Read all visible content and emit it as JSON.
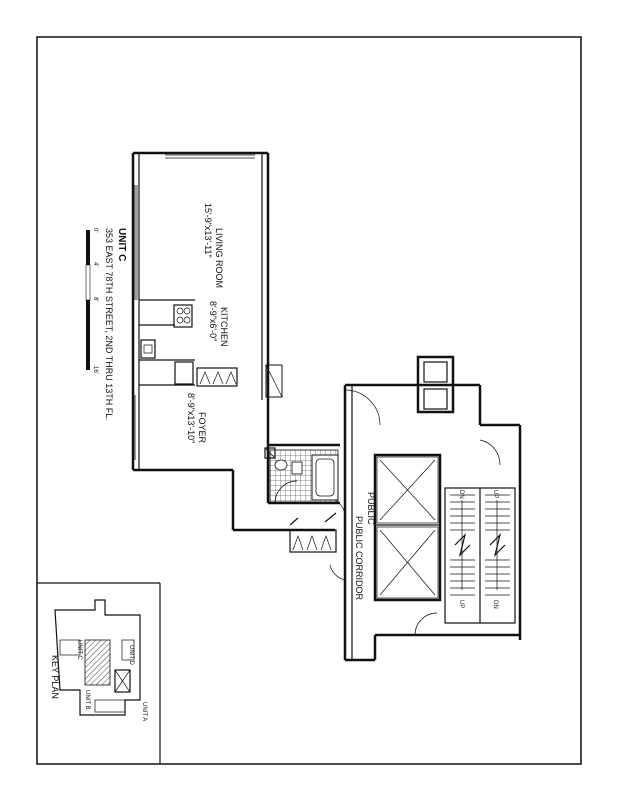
{
  "title": {
    "unit": "UNIT C",
    "address": "353 EAST 78TH STREET, 2ND THRU 13TH FL."
  },
  "scale_ticks": [
    "0'",
    "4'",
    "8'",
    "16'"
  ],
  "rooms": {
    "living": {
      "name": "LIVING ROOM",
      "dims": "15'-9\"x13'-11\""
    },
    "kitchen": {
      "name": "KITCHEN",
      "dims": "8'-9\"x6'-0\""
    },
    "foyer": {
      "name": "FOYER",
      "dims": "8'-9\"x13'-10\""
    }
  },
  "corridor": "PUBLIC CORRIDOR",
  "stairs": {
    "up": "UP",
    "dn": "DN"
  },
  "key_plan": {
    "title": "KEY PLAN",
    "units": [
      "UNIT A",
      "UNIT B",
      "UNIT C",
      "UNIT D"
    ]
  }
}
